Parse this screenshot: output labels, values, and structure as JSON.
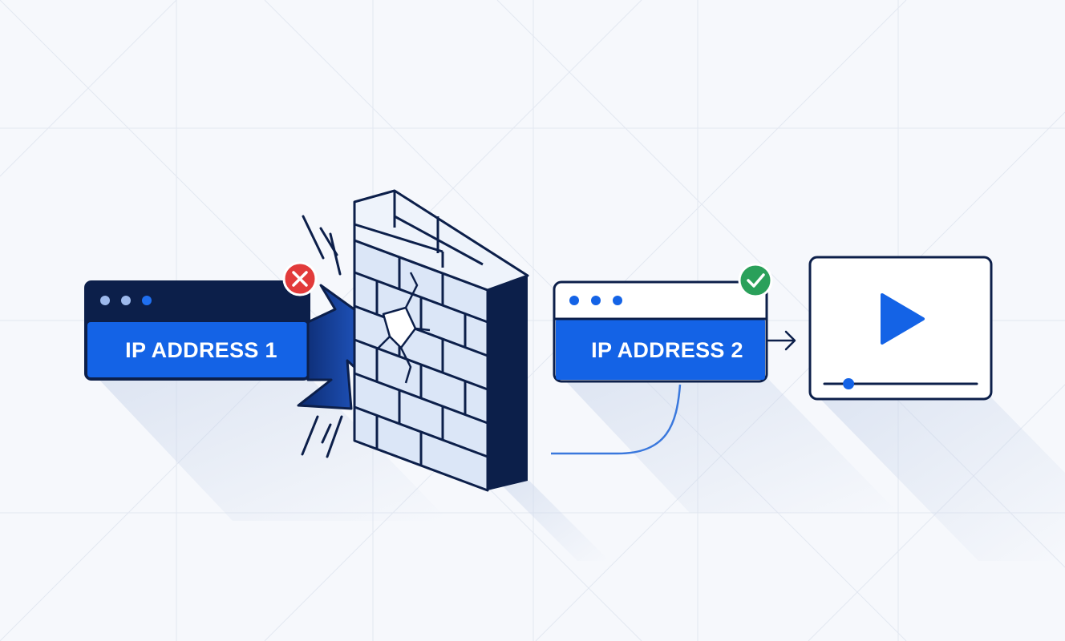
{
  "blocked_window": {
    "label": "IP ADDRESS 1",
    "status_icon": "x-icon",
    "status_color": "#e23b3b"
  },
  "allowed_window": {
    "label": "IP ADDRESS 2",
    "status_icon": "check-icon",
    "status_color": "#2aa05a"
  },
  "firewall": {
    "icon": "brick-wall-icon"
  },
  "video_player": {
    "icon": "play-icon",
    "progress": 0.09
  },
  "colors": {
    "navy": "#0c1f4a",
    "blue": "#1463e6",
    "light_blue": "#dbe6f7",
    "background": "#f6f8fc"
  }
}
